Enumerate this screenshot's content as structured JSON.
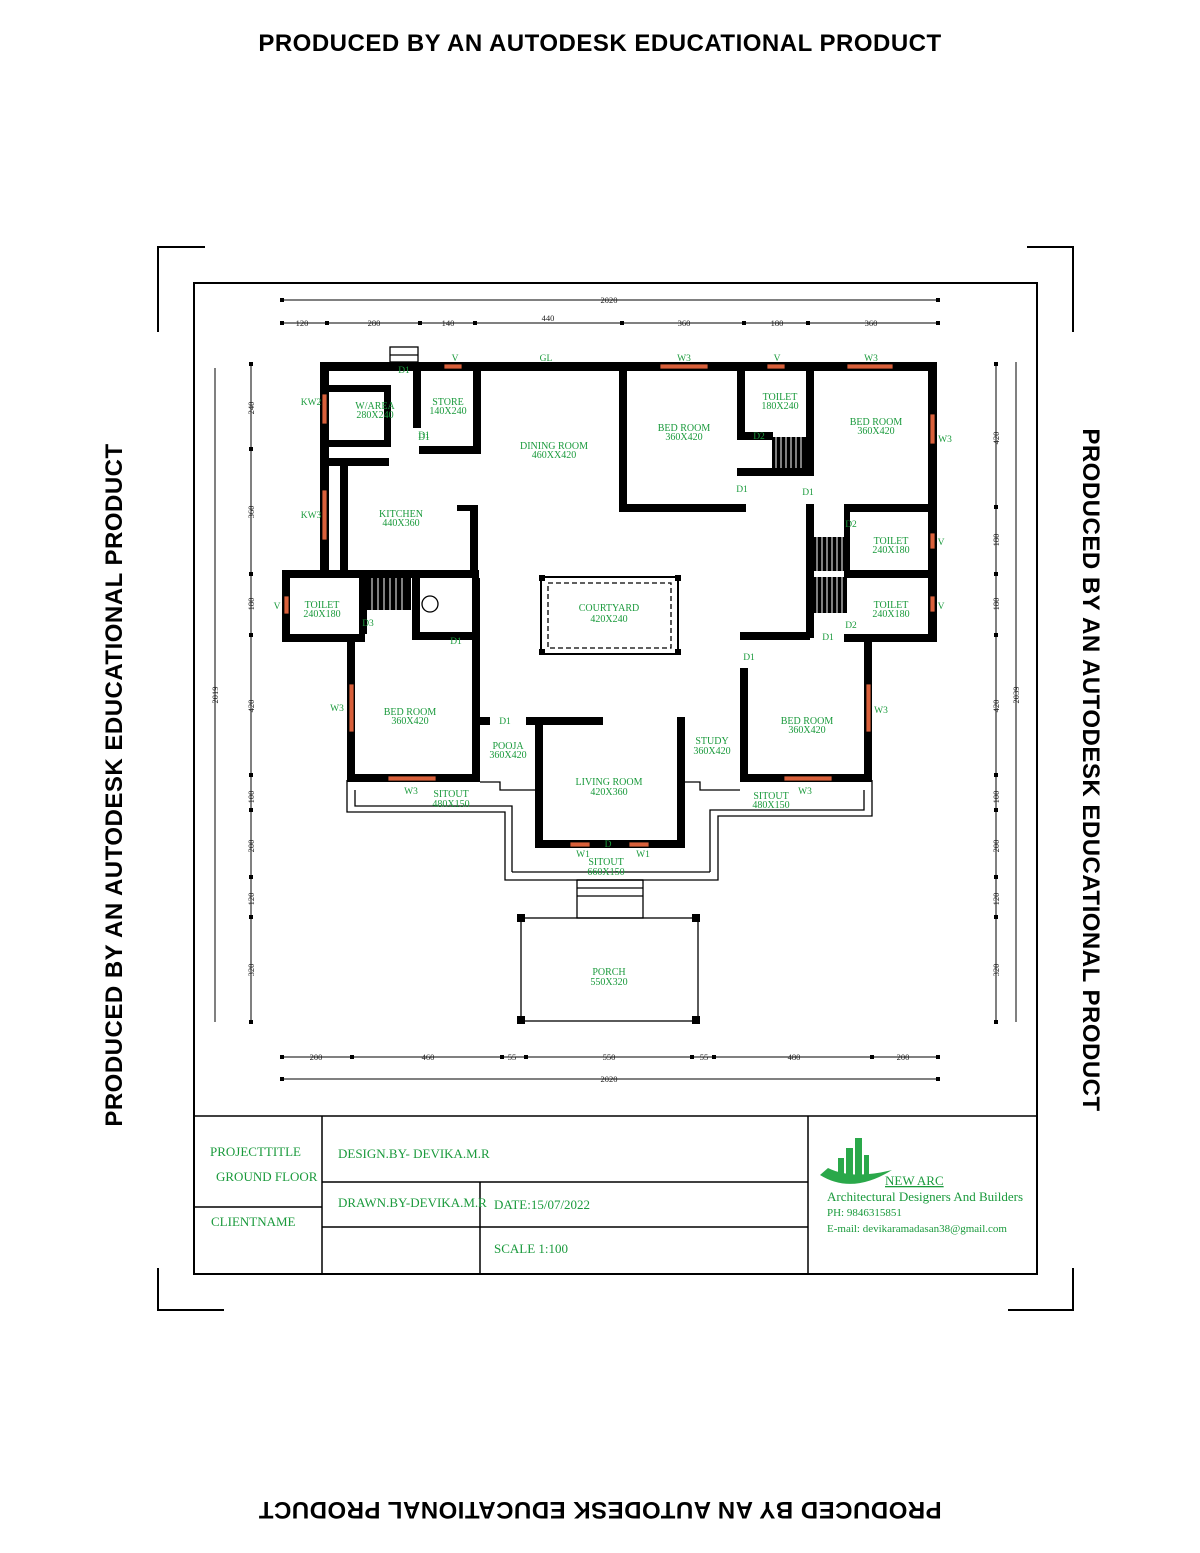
{
  "watermark": "PRODUCED BY AN AUTODESK EDUCATIONAL PRODUCT",
  "rooms": [
    {
      "name": "W/AREA",
      "size": "280X240"
    },
    {
      "name": "STORE",
      "size": "140X240"
    },
    {
      "name": "DINING ROOM",
      "size": "460XX420"
    },
    {
      "name": "BED ROOM",
      "size": "360X420"
    },
    {
      "name": "TOILET",
      "size": "180X240"
    },
    {
      "name": "BED ROOM",
      "size": "360X420"
    },
    {
      "name": "KITCHEN",
      "size": "440X360"
    },
    {
      "name": "TOILET",
      "size": "240X180"
    },
    {
      "name": "TOILET",
      "size": "240X180"
    },
    {
      "name": "TOILET",
      "size": "240X180"
    },
    {
      "name": "COURTYARD",
      "size": "420X240"
    },
    {
      "name": "BED ROOM",
      "size": "360X420"
    },
    {
      "name": "BED ROOM",
      "size": "360X420"
    },
    {
      "name": "POOJA",
      "size": "360X420"
    },
    {
      "name": "STUDY",
      "size": "360X420"
    },
    {
      "name": "LIVING ROOM",
      "size": "420X360"
    },
    {
      "name": "SITOUT",
      "size": "480X150"
    },
    {
      "name": "SITOUT",
      "size": "480X150"
    },
    {
      "name": "SITOUT",
      "size": "660X150"
    },
    {
      "name": "PORCH",
      "size": "550X320"
    }
  ],
  "openings": {
    "top": [
      "D1",
      "V",
      "GL",
      "W3",
      "V",
      "W3"
    ],
    "misc": [
      "D1",
      "D1",
      "D2",
      "D1",
      "D1",
      "W3",
      "KW2",
      "KW3",
      "V",
      "D3",
      "D1",
      "D2",
      "V",
      "V",
      "D2",
      "D1",
      "D1",
      "W3",
      "W3",
      "D1",
      "W3",
      "W3",
      "D",
      "W1",
      "W1"
    ]
  },
  "dimensions": {
    "top_total": "2020",
    "top_segments": [
      "120",
      "280",
      "140",
      "440",
      "360",
      "180",
      "360"
    ],
    "bottom_segments": [
      "200",
      "460",
      "55",
      "550",
      "55",
      "480",
      "200"
    ],
    "bottom_total": "2020",
    "left_total": "2019",
    "left_segments": [
      "240",
      "360",
      "180",
      "420",
      "100",
      "200",
      "120",
      "320"
    ],
    "right_total": "2039",
    "right_segments": [
      "420",
      "180",
      "180",
      "420",
      "100",
      "200",
      "120",
      "320"
    ]
  },
  "title_block": {
    "project_title_label": "PROJECTTITLE",
    "project_title": "GROUND FLOOR",
    "client_label": "CLIENTNAME",
    "design_by": "DESIGN.BY- DEVIKA.M.R",
    "drawn_by": "DRAWN.BY-DEVIKA.M.R",
    "date": "DATE:15/07/2022",
    "scale": "SCALE  1:100",
    "company": "NEW ARC",
    "tagline": "Architectural Designers And Builders",
    "phone": "PH: 9846315851",
    "email": "E-mail: devikaramadasan38@gmail.com"
  },
  "colors": {
    "label_green": "#1a9a3c",
    "wall": "#000000",
    "window": "#d9603b"
  }
}
